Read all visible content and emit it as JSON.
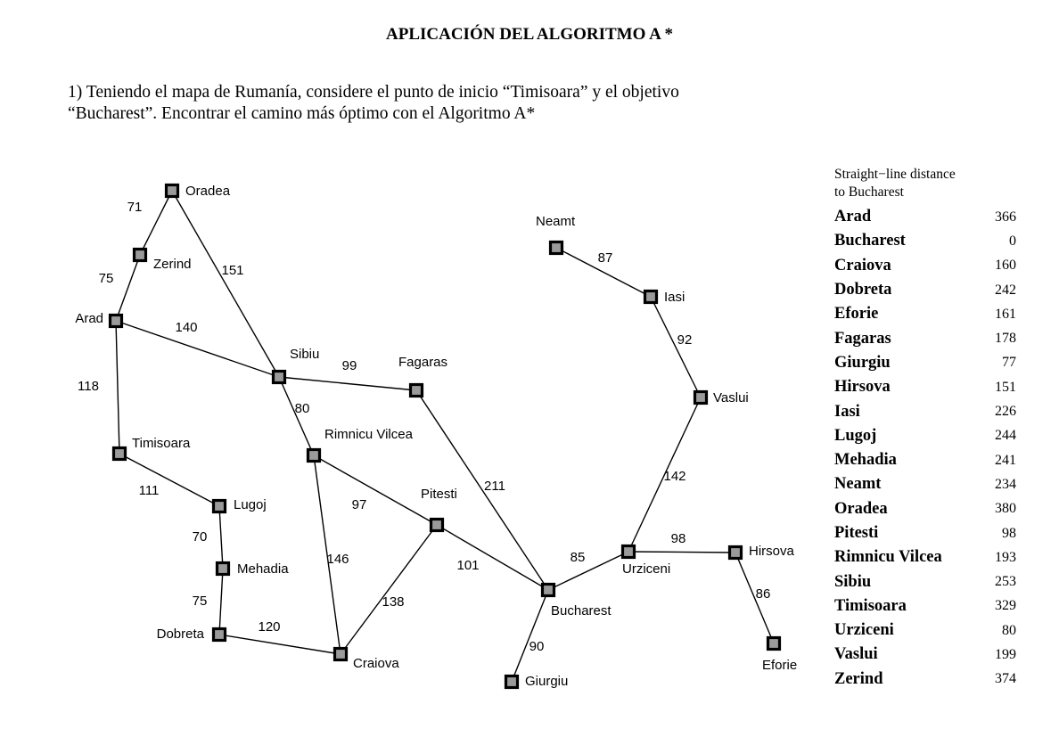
{
  "document": {
    "title": "APLICACIÓN DEL ALGORITMO A *",
    "question_line1": "1)  Teniendo el mapa de Rumanía, considere el punto de inicio “Timisoara” y el objetivo",
    "question_line2": "“Bucharest”. Encontrar el camino más óptimo con el Algoritmo A*"
  },
  "map": {
    "cities": [
      {
        "id": "oradea",
        "name": "Oradea"
      },
      {
        "id": "zerind",
        "name": "Zerind"
      },
      {
        "id": "arad",
        "name": "Arad"
      },
      {
        "id": "timisoara",
        "name": "Timisoara"
      },
      {
        "id": "lugoj",
        "name": "Lugoj"
      },
      {
        "id": "mehadia",
        "name": "Mehadia"
      },
      {
        "id": "dobreta",
        "name": "Dobreta"
      },
      {
        "id": "craiova",
        "name": "Craiova"
      },
      {
        "id": "sibiu",
        "name": "Sibiu"
      },
      {
        "id": "rimnicu",
        "name": "Rimnicu Vilcea"
      },
      {
        "id": "fagaras",
        "name": "Fagaras"
      },
      {
        "id": "pitesti",
        "name": "Pitesti"
      },
      {
        "id": "bucharest",
        "name": "Bucharest"
      },
      {
        "id": "giurgiu",
        "name": "Giurgiu"
      },
      {
        "id": "urziceni",
        "name": "Urziceni"
      },
      {
        "id": "hirsova",
        "name": "Hirsova"
      },
      {
        "id": "eforie",
        "name": "Eforie"
      },
      {
        "id": "vaslui",
        "name": "Vaslui"
      },
      {
        "id": "iasi",
        "name": "Iasi"
      },
      {
        "id": "neamt",
        "name": "Neamt"
      }
    ],
    "roads": [
      {
        "from": "oradea",
        "to": "zerind",
        "distance": "71"
      },
      {
        "from": "zerind",
        "to": "arad",
        "distance": "75"
      },
      {
        "from": "oradea",
        "to": "sibiu",
        "distance": "151"
      },
      {
        "from": "arad",
        "to": "sibiu",
        "distance": "140"
      },
      {
        "from": "arad",
        "to": "timisoara",
        "distance": "118"
      },
      {
        "from": "timisoara",
        "to": "lugoj",
        "distance": "111"
      },
      {
        "from": "lugoj",
        "to": "mehadia",
        "distance": "70"
      },
      {
        "from": "mehadia",
        "to": "dobreta",
        "distance": "75"
      },
      {
        "from": "dobreta",
        "to": "craiova",
        "distance": "120"
      },
      {
        "from": "sibiu",
        "to": "fagaras",
        "distance": "99"
      },
      {
        "from": "sibiu",
        "to": "rimnicu",
        "distance": "80"
      },
      {
        "from": "rimnicu",
        "to": "pitesti",
        "distance": "97"
      },
      {
        "from": "rimnicu",
        "to": "craiova",
        "distance": "146"
      },
      {
        "from": "craiova",
        "to": "pitesti",
        "distance": "138"
      },
      {
        "from": "pitesti",
        "to": "bucharest",
        "distance": "101"
      },
      {
        "from": "fagaras",
        "to": "bucharest",
        "distance": "211"
      },
      {
        "from": "bucharest",
        "to": "giurgiu",
        "distance": "90"
      },
      {
        "from": "bucharest",
        "to": "urziceni",
        "distance": "85"
      },
      {
        "from": "urziceni",
        "to": "hirsova",
        "distance": "98"
      },
      {
        "from": "hirsova",
        "to": "eforie",
        "distance": "86"
      },
      {
        "from": "urziceni",
        "to": "vaslui",
        "distance": "142"
      },
      {
        "from": "vaslui",
        "to": "iasi",
        "distance": "92"
      },
      {
        "from": "iasi",
        "to": "neamt",
        "distance": "87"
      }
    ]
  },
  "sld_table": {
    "caption_line1": "Straight−line distance",
    "caption_line2": "to Bucharest",
    "rows": [
      {
        "city": "Arad",
        "value": "366"
      },
      {
        "city": "Bucharest",
        "value": "0"
      },
      {
        "city": "Craiova",
        "value": "160"
      },
      {
        "city": "Dobreta",
        "value": "242"
      },
      {
        "city": "Eforie",
        "value": "161"
      },
      {
        "city": "Fagaras",
        "value": "178"
      },
      {
        "city": "Giurgiu",
        "value": "77"
      },
      {
        "city": "Hirsova",
        "value": "151"
      },
      {
        "city": "Iasi",
        "value": "226"
      },
      {
        "city": "Lugoj",
        "value": "244"
      },
      {
        "city": "Mehadia",
        "value": "241"
      },
      {
        "city": "Neamt",
        "value": "234"
      },
      {
        "city": "Oradea",
        "value": "380"
      },
      {
        "city": "Pitesti",
        "value": "98"
      },
      {
        "city": "Rimnicu Vilcea",
        "value": "193"
      },
      {
        "city": "Sibiu",
        "value": "253"
      },
      {
        "city": "Timisoara",
        "value": "329"
      },
      {
        "city": "Urziceni",
        "value": "80"
      },
      {
        "city": "Vaslui",
        "value": "199"
      },
      {
        "city": "Zerind",
        "value": "374"
      }
    ]
  }
}
